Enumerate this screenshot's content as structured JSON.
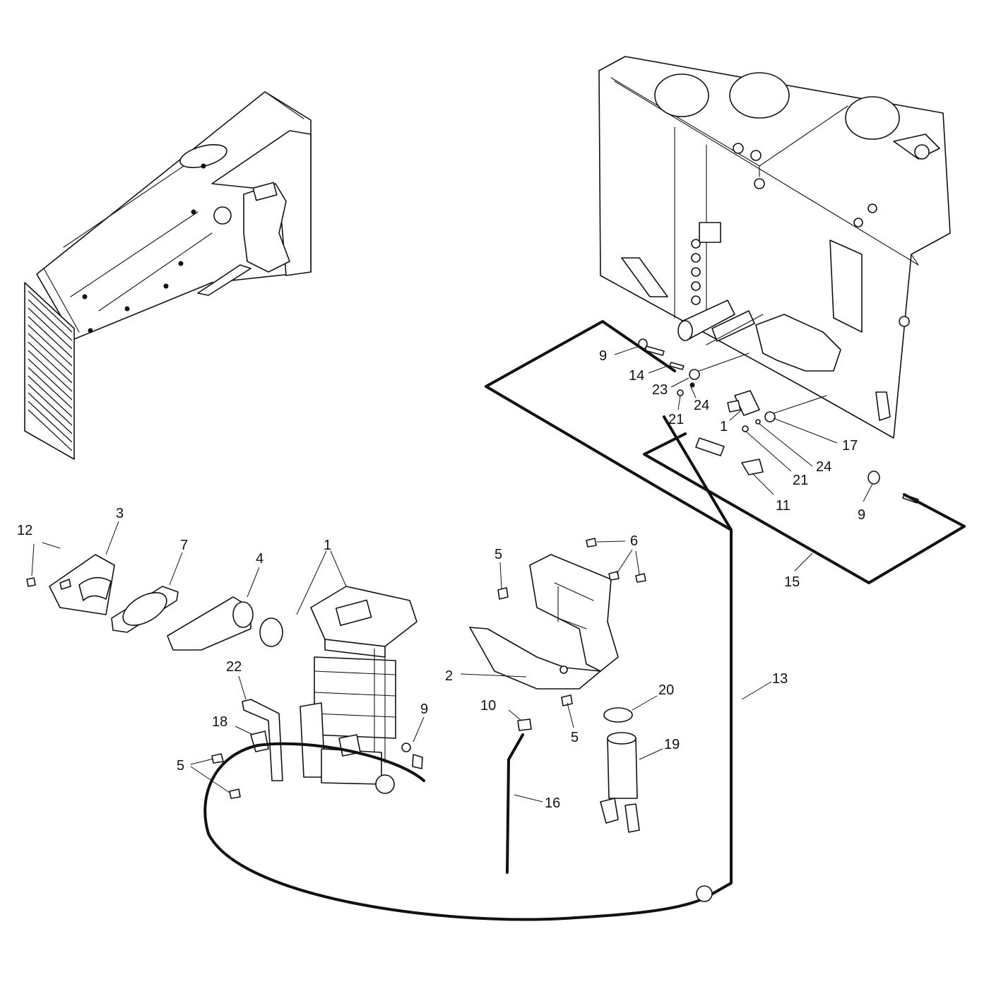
{
  "callouts": {
    "c_9_top": "9",
    "c_14": "14",
    "c_23": "23",
    "c_24_a": "24",
    "c_21_a": "21",
    "c_1_mid": "1",
    "c_17": "17",
    "c_24_b": "24",
    "c_21_b": "21",
    "c_11": "11",
    "c_9_right": "9",
    "c_15": "15",
    "c_12": "12",
    "c_3": "3",
    "c_7": "7",
    "c_4": "4",
    "c_1_heater": "1",
    "c_22": "22",
    "c_18": "18",
    "c_5_left": "5",
    "c_9_left": "9",
    "c_5_bracket_top": "5",
    "c_6": "6",
    "c_2": "2",
    "c_10": "10",
    "c_5_bracket_bottom": "5",
    "c_20": "20",
    "c_19": "19",
    "c_16": "16",
    "c_13": "13"
  },
  "colors": {
    "line": "#111111",
    "background": "#ffffff"
  }
}
